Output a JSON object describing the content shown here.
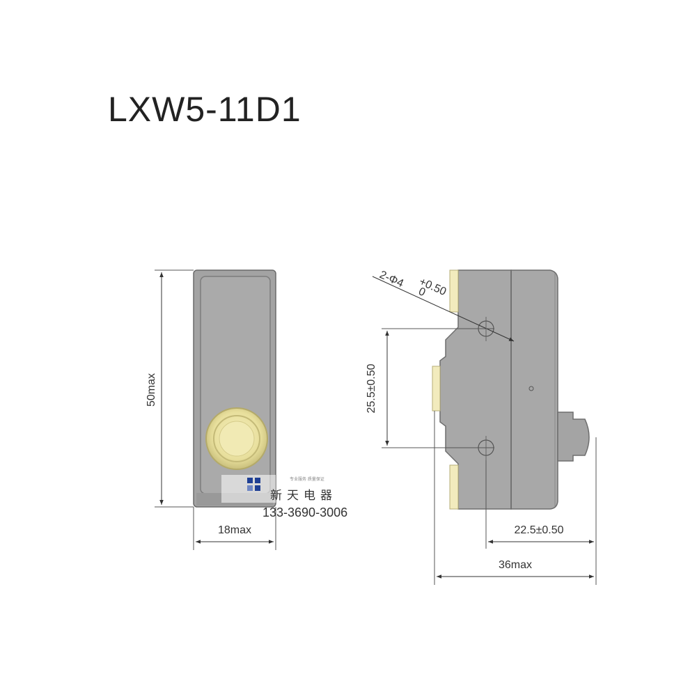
{
  "title": "LXW5-11D1",
  "front_view": {
    "height_label": "50max",
    "width_label": "18max"
  },
  "side_view": {
    "hole_label": "2-Φ4",
    "hole_tol_upper": "+0.50",
    "hole_tol_lower": "0",
    "hole_spacing_label": "25.5±0.50",
    "offset_label": "22.5±0.50",
    "depth_label": "36max"
  },
  "watermark": {
    "tagline": "专业服务 质量保证",
    "company": "新天电器",
    "phone": "133-3690-3006"
  },
  "colors": {
    "housing": "#a7a7a7",
    "housing_dark": "#8e8e8e",
    "button": "#efe7a6",
    "button_edge": "#b9b071",
    "pad": "#f3ecbf",
    "logo_blue": "#1f3f94",
    "line": "#333333"
  }
}
